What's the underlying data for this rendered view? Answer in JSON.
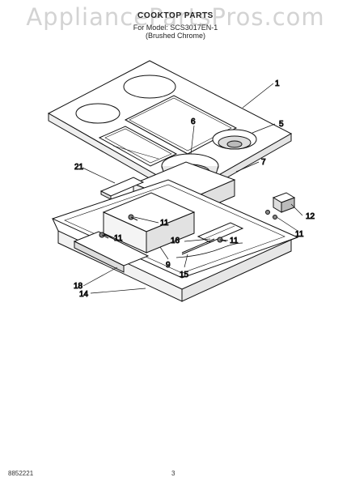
{
  "watermark": "AppliancePartsPros.com",
  "header": {
    "line1": "COOKTOP PARTS",
    "line2": "For Model: SCS3017EN-1",
    "line3": "(Brushed Chrome)"
  },
  "callouts": [
    "1",
    "5",
    "6",
    "7",
    "21",
    "12",
    "11",
    "11",
    "11",
    "11",
    "16",
    "9",
    "15",
    "18",
    "14"
  ],
  "footer": {
    "code": "8852221",
    "page": "3"
  }
}
